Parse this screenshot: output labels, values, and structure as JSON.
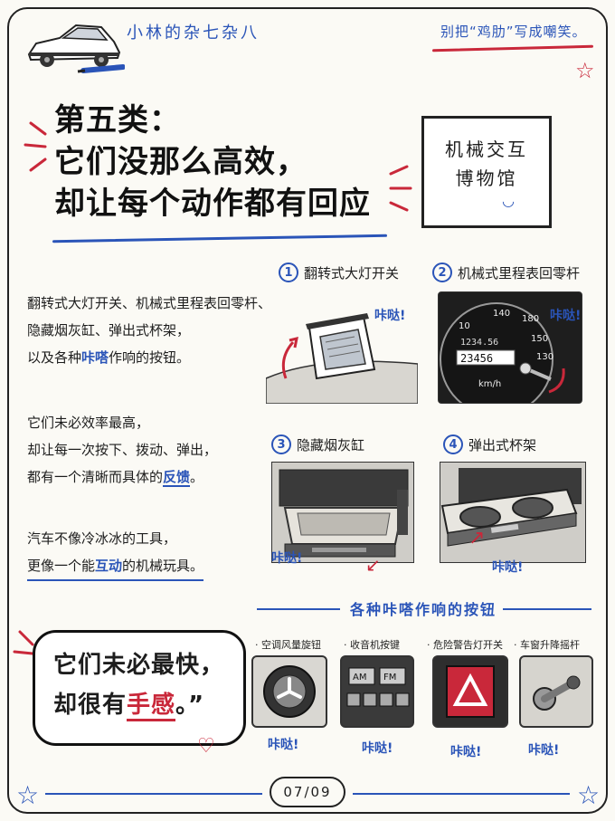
{
  "header": {
    "brand": "小林的杂七杂八",
    "slogan": "别把“鸡肋”写成嘲笑。"
  },
  "title": {
    "line1": "第五类：",
    "line2": "它们没那么高效，",
    "line3": "却让每个动作都有回应"
  },
  "sign": {
    "line1": "机械交互",
    "line2": "博物馆"
  },
  "intro": {
    "p1_line1": "翻转式大灯开关、机械式里程表回零杆、",
    "p1_line2": "隐藏烟灰缸、弹出式杯架，",
    "p1_line3_pre": "以及各种",
    "p1_line3_hl": "咔嗒",
    "p1_line3_post": "作响的按钮。",
    "p2_line1": "它们未必效率最高，",
    "p2_line2": "却让每一次按下、拨动、弹出，",
    "p2_line3_pre": "都有一个清晰而具体的",
    "p2_line3_hl": "反馈",
    "p2_line3_post": "。",
    "p3_line1": "汽车不像冷冰冰的工具，",
    "p3_line2_pre": "更像一个能",
    "p3_line2_hl": "互动",
    "p3_line2_post": "的机械玩具。"
  },
  "items": [
    {
      "num": "1",
      "label": "翻转式大灯开关",
      "sound": "咔哒!"
    },
    {
      "num": "2",
      "label": "机械式里程表回零杆",
      "sound": "咔哒!"
    },
    {
      "num": "3",
      "label": "隐藏烟灰缸",
      "sound": "咔哒!"
    },
    {
      "num": "4",
      "label": "弹出式杯架",
      "sound": "咔哒!"
    }
  ],
  "odometer": {
    "digits": "23456",
    "trip": "1234.56",
    "unit": "km/h",
    "ticks": [
      "10",
      "140",
      "180",
      "150",
      "130"
    ]
  },
  "radio": {
    "am": "AM",
    "fm": "FM"
  },
  "buttons_section": {
    "title": "各种咔嗒作响的按钮"
  },
  "buttons": [
    {
      "label": "· 空调风量旋钮",
      "sound": "咔哒!"
    },
    {
      "label": "· 收音机按键",
      "sound": "咔哒!"
    },
    {
      "label": "· 危险警告灯开关",
      "sound": "咔哒!"
    },
    {
      "label": "· 车窗升降摇杆",
      "sound": "咔哒!"
    }
  ],
  "quote": {
    "line1": "它们未必最快，",
    "line2_pre": "却很有",
    "line2_hl": "手感",
    "line2_post": "。”"
  },
  "footer": {
    "page": "07/09"
  },
  "colors": {
    "accent": "#2a54b8",
    "red": "#c9283a",
    "ink": "#1d1d1d",
    "paper": "#fbfaf5"
  }
}
